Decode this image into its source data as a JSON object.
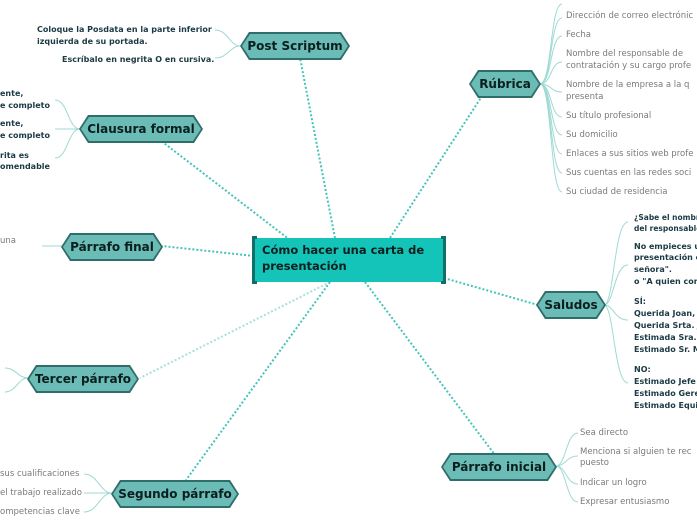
{
  "central": {
    "line1": "Cómo hacer una carta de",
    "line2": "presentación"
  },
  "topics": {
    "post_scriptum": "Post Scriptum",
    "clausura_formal": "Clausura formal",
    "parrafo_final": "Párrafo final",
    "tercer_parrafo": "Tercer párrafo",
    "segundo_parrafo": "Segundo párrafo",
    "parrafo_inicial": "Párrafo inicial",
    "saludos": "Saludos",
    "rubrica": "Rúbrica"
  },
  "post_scriptum_notes": {
    "line1": "Coloque la Posdata en la parte inferior",
    "line2": "izquierda de su portada.",
    "line3": "Escríbalo en negrita O en cursiva."
  },
  "clausura_notes": {
    "n1a": "ente,",
    "n1b": "e completo",
    "n2a": "ente,",
    "n2b": "e completo",
    "n3a": "rita es",
    "n3b": "omendable"
  },
  "parrafo_final_note": "una",
  "segundo_items": [
    "sus cualificaciones",
    "el trabajo realizado",
    "ompetencias clave"
  ],
  "inicial_items": [
    "Sea directo",
    "Menciona si alguien te rec",
    "puesto",
    "Indicar un logro",
    "Expresar entusiasmo"
  ],
  "saludos_notes": [
    "¿Sabe el nombre",
    "del responsable",
    "No empieces u",
    "presentación c",
    "señora\".",
    "o \"A quien cor",
    "SÍ:",
    "Querida Joan,",
    "Querida Srta. J",
    "Estimada Sra.",
    "Estimado Sr. M",
    "NO:",
    "Estimado Jefe",
    "Estimado Gere",
    "Estimado Equi"
  ],
  "rubrica_items": [
    "Dirección de correo electrónic",
    "Fecha",
    "Nombre del responsable de",
    "contratación y su cargo profe",
    "Nombre de la empresa a la q",
    "presenta",
    "Su título profesional",
    "Su domicilio",
    "Enlaces a sus sitios web profe",
    "Sus cuentas en las redes soci",
    "Su ciudad de residencia"
  ],
  "colors": {
    "central": "#15c4b9",
    "topic": "#6bbcb6",
    "topic_border": "#2e6d69",
    "line": "#45c3bb"
  }
}
